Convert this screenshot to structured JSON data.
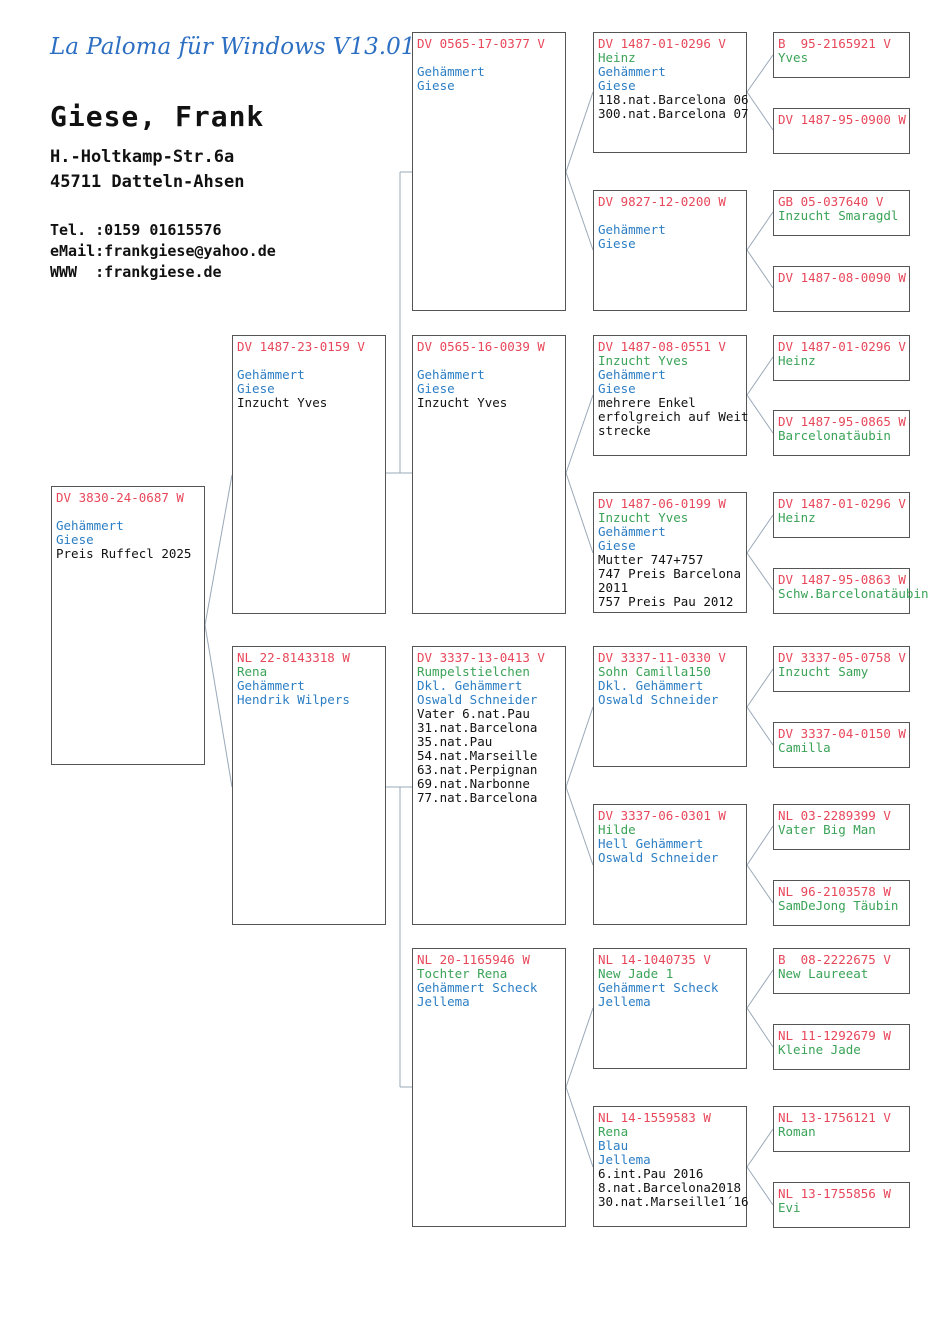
{
  "header": {
    "app_title": "La Paloma für Windows V13.01",
    "owner_name": "Giese, Frank",
    "street": "H.-Holtkamp-Str.6a",
    "city": "45711 Datteln-Ahsen",
    "phone": "Tel. :0159 01615576",
    "email": "eMail:frankgiese@yahoo.de",
    "www": "WWW  :frankgiese.de"
  },
  "colors": {
    "ring": "#e8475a",
    "green": "#3aa357",
    "blue": "#2c7ec4",
    "black": "#111111"
  },
  "pigeons": [
    {
      "id": "p1",
      "ring": "DV 3830-24-0687 W",
      "gap": true,
      "lines": [
        [
          "c-blue",
          "Gehämmert"
        ],
        [
          "c-blue",
          "Giese"
        ],
        [
          "c-black",
          "Preis Ruffecl 2025"
        ]
      ]
    },
    {
      "id": "p2",
      "ring": "DV 1487-23-0159 V",
      "gap": true,
      "lines": [
        [
          "c-blue",
          "Gehämmert"
        ],
        [
          "c-blue",
          "Giese"
        ],
        [
          "c-black",
          "Inzucht Yves"
        ]
      ]
    },
    {
      "id": "p3",
      "ring": "NL 22-8143318 W",
      "gap": false,
      "lines": [
        [
          "c-green",
          "Rena"
        ],
        [
          "c-blue",
          "Gehämmert"
        ],
        [
          "c-blue",
          "Hendrik Wilpers"
        ]
      ]
    },
    {
      "id": "p4",
      "ring": "DV 0565-17-0377 V",
      "gap": true,
      "lines": [
        [
          "c-blue",
          "Gehämmert"
        ],
        [
          "c-blue",
          "Giese"
        ]
      ]
    },
    {
      "id": "p5",
      "ring": "DV 0565-16-0039 W",
      "gap": true,
      "lines": [
        [
          "c-blue",
          "Gehämmert"
        ],
        [
          "c-blue",
          "Giese"
        ],
        [
          "c-black",
          "Inzucht Yves"
        ]
      ]
    },
    {
      "id": "p6",
      "ring": "DV 3337-13-0413 V",
      "gap": false,
      "lines": [
        [
          "c-green",
          "Rumpelstielchen"
        ],
        [
          "c-blue",
          "Dkl. Gehämmert"
        ],
        [
          "c-blue",
          "Oswald Schneider"
        ],
        [
          "c-black",
          "Vater 6.nat.Pau"
        ],
        [
          "c-black",
          "31.nat.Barcelona"
        ],
        [
          "c-black",
          "35.nat.Pau"
        ],
        [
          "c-black",
          "54.nat.Marseille"
        ],
        [
          "c-black",
          "63.nat.Perpignan"
        ],
        [
          "c-black",
          "69.nat.Narbonne"
        ],
        [
          "c-black",
          "77.nat.Barcelona"
        ]
      ]
    },
    {
      "id": "p7",
      "ring": "NL 20-1165946 W",
      "gap": false,
      "lines": [
        [
          "c-green",
          "Tochter Rena"
        ],
        [
          "c-blue",
          "Gehämmert Scheck"
        ],
        [
          "c-blue",
          "Jellema"
        ]
      ]
    },
    {
      "id": "p8",
      "ring": "DV 1487-01-0296 V",
      "gap": false,
      "lines": [
        [
          "c-green",
          "Heinz"
        ],
        [
          "c-blue",
          "Gehämmert"
        ],
        [
          "c-blue",
          "Giese"
        ],
        [
          "c-black",
          "118.nat.Barcelona 06"
        ],
        [
          "c-black",
          "300.nat.Barcelona 07"
        ]
      ]
    },
    {
      "id": "p9",
      "ring": "DV 9827-12-0200 W",
      "gap": true,
      "lines": [
        [
          "c-blue",
          "Gehämmert"
        ],
        [
          "c-blue",
          "Giese"
        ]
      ]
    },
    {
      "id": "p10",
      "ring": "DV 1487-08-0551 V",
      "gap": false,
      "lines": [
        [
          "c-green",
          "Inzucht Yves"
        ],
        [
          "c-blue",
          "Gehämmert"
        ],
        [
          "c-blue",
          "Giese"
        ],
        [
          "c-black",
          "mehrere Enkel"
        ],
        [
          "c-black",
          "erfolgreich auf Weit"
        ],
        [
          "c-black",
          "strecke"
        ]
      ]
    },
    {
      "id": "p11",
      "ring": "DV 1487-06-0199 W",
      "gap": false,
      "lines": [
        [
          "c-green",
          "Inzucht Yves"
        ],
        [
          "c-blue",
          "Gehämmert"
        ],
        [
          "c-blue",
          "Giese"
        ],
        [
          "c-black",
          "Mutter 747+757"
        ],
        [
          "c-black",
          "747 Preis Barcelona"
        ],
        [
          "c-black",
          "2011"
        ],
        [
          "c-black",
          "757 Preis Pau 2012"
        ]
      ]
    },
    {
      "id": "p12",
      "ring": "DV 3337-11-0330 V",
      "gap": false,
      "lines": [
        [
          "c-green",
          "Sohn Camilla150"
        ],
        [
          "c-blue",
          "Dkl. Gehämmert"
        ],
        [
          "c-blue",
          "Oswald Schneider"
        ]
      ]
    },
    {
      "id": "p13",
      "ring": "DV 3337-06-0301 W",
      "gap": false,
      "lines": [
        [
          "c-green",
          "Hilde"
        ],
        [
          "c-blue",
          "Hell Gehämmert"
        ],
        [
          "c-blue",
          "Oswald Schneider"
        ]
      ]
    },
    {
      "id": "p14",
      "ring": "NL 14-1040735 V",
      "gap": false,
      "lines": [
        [
          "c-green",
          "New Jade 1"
        ],
        [
          "c-blue",
          "Gehämmert Scheck"
        ],
        [
          "c-blue",
          "Jellema"
        ]
      ]
    },
    {
      "id": "p15",
      "ring": "NL 14-1559583 W",
      "gap": false,
      "lines": [
        [
          "c-green",
          "Rena"
        ],
        [
          "c-blue",
          "Blau"
        ],
        [
          "c-blue",
          "Jellema"
        ],
        [
          "c-black",
          "6.int.Pau 2016"
        ],
        [
          "c-black",
          "8.nat.Barcelona2018"
        ],
        [
          "c-black",
          "30.nat.Marseille1´16"
        ]
      ]
    },
    {
      "id": "p16",
      "ring": "B  95-2165921 V",
      "gap": false,
      "lines": [
        [
          "c-green",
          "Yves"
        ]
      ]
    },
    {
      "id": "p17",
      "ring": "DV 1487-95-0900 W",
      "gap": false,
      "lines": []
    },
    {
      "id": "p18",
      "ring": "GB 05-037640 V",
      "gap": false,
      "lines": [
        [
          "c-green",
          "Inzucht Smaragdl"
        ]
      ]
    },
    {
      "id": "p19",
      "ring": "DV 1487-08-0090 W",
      "gap": false,
      "lines": []
    },
    {
      "id": "p20",
      "ring": "DV 1487-01-0296 V",
      "gap": false,
      "lines": [
        [
          "c-green",
          "Heinz"
        ]
      ]
    },
    {
      "id": "p21",
      "ring": "DV 1487-95-0865 W",
      "gap": false,
      "lines": [
        [
          "c-green",
          "Barcelonatäubin"
        ]
      ]
    },
    {
      "id": "p22",
      "ring": "DV 1487-01-0296 V",
      "gap": false,
      "lines": [
        [
          "c-green",
          "Heinz"
        ]
      ]
    },
    {
      "id": "p23",
      "ring": "DV 1487-95-0863 W",
      "gap": false,
      "lines": [
        [
          "c-green",
          "Schw.Barcelonatäubin"
        ]
      ]
    },
    {
      "id": "p24",
      "ring": "DV 3337-05-0758 V",
      "gap": false,
      "lines": [
        [
          "c-green",
          "Inzucht Samy"
        ]
      ]
    },
    {
      "id": "p25",
      "ring": "DV 3337-04-0150 W",
      "gap": false,
      "lines": [
        [
          "c-green",
          "Camilla"
        ]
      ]
    },
    {
      "id": "p26",
      "ring": "NL 03-2289399 V",
      "gap": false,
      "lines": [
        [
          "c-green",
          "Vater Big Man"
        ]
      ]
    },
    {
      "id": "p27",
      "ring": "NL 96-2103578 W",
      "gap": false,
      "lines": [
        [
          "c-green",
          "SamDeJong Täubin"
        ]
      ]
    },
    {
      "id": "p28",
      "ring": "B  08-2222675 V",
      "gap": false,
      "lines": [
        [
          "c-green",
          "New Laureeat"
        ]
      ]
    },
    {
      "id": "p29",
      "ring": "NL 11-1292679 W",
      "gap": false,
      "lines": [
        [
          "c-green",
          "Kleine Jade"
        ]
      ]
    },
    {
      "id": "p30",
      "ring": "NL 13-1756121 V",
      "gap": false,
      "lines": [
        [
          "c-green",
          "Roman"
        ]
      ]
    },
    {
      "id": "p31",
      "ring": "NL 13-1755856 W",
      "gap": false,
      "lines": [
        [
          "c-green",
          "Evi"
        ]
      ]
    }
  ]
}
